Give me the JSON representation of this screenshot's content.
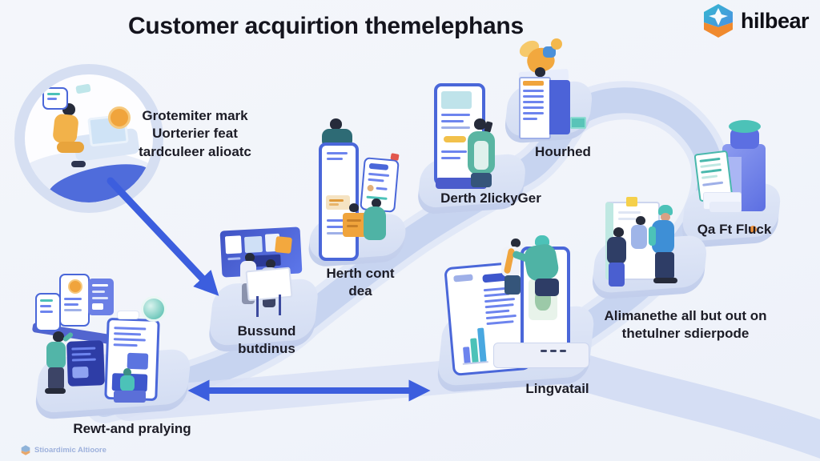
{
  "title": "Customer acquirtion themelephans",
  "brand": {
    "name": "hilbear"
  },
  "watermark": {
    "text": "Stioardimic Altioore"
  },
  "stages": {
    "research": {
      "lines": [
        "Grotemiter mark",
        "Uorterier feat",
        "tardculeer alioatc"
      ]
    },
    "rewards": {
      "lines": [
        "Rewt-and pralying"
      ]
    },
    "bussund": {
      "lines": [
        "Bussund",
        "butdinus"
      ]
    },
    "herth": {
      "lines": [
        "Herth cont",
        "dea"
      ]
    },
    "derth": {
      "lines": [
        "Derth 2lickyGer"
      ]
    },
    "hourhed": {
      "lines": [
        "Hourhed"
      ]
    },
    "qa": {
      "lines": [
        "Qa Ft Fluck"
      ]
    },
    "alimane": {
      "lines": [
        "Alimanethe all but out on",
        "thetulner sdierpode"
      ]
    },
    "lingvatail": {
      "lines": [
        "Lingvatail"
      ]
    }
  },
  "icons": {
    "brand_logo": "hexagon-gem",
    "watermark_logo": "hexagon-gem-small",
    "magnifier": "magnifying-glass-scene",
    "flow_arrow_diagonal": "arrow-down-right",
    "flow_arrow_horizontal": "arrow-double-horizontal"
  },
  "colors": {
    "arrow_blue": "#3c5ede",
    "road": "#c7d4f0",
    "road_soft": "#dde5f6",
    "platform": "#d8e0f3",
    "title_text": "#14141d",
    "label_text": "#1c1c26",
    "brand_teal": "#35b8cf",
    "brand_orange": "#f08a2e",
    "navy_screen": "#2e3da6",
    "teal_accent": "#4cc2b8"
  }
}
